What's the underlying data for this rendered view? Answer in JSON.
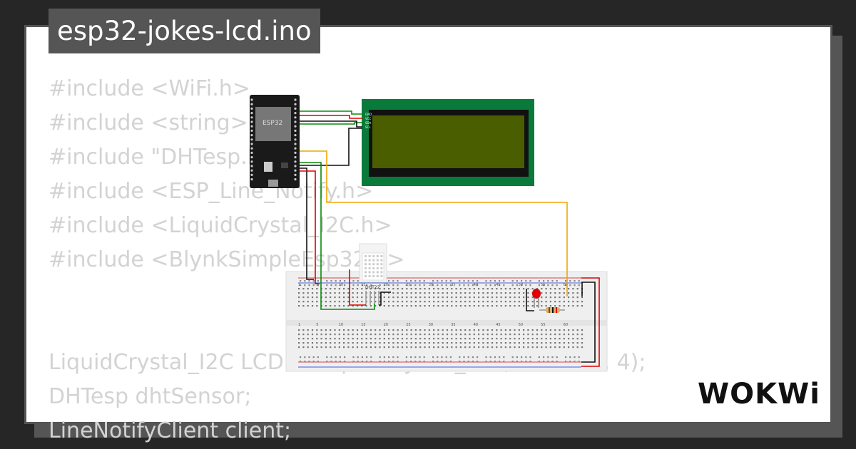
{
  "title": "esp32-jokes-lcd.ino",
  "code_lines": [
    "#include <WiFi.h>",
    "#include <string>",
    "#include \"DHTesp.h\"",
    "#include <ESP_Line_Notify.h>",
    "#include <LiquidCrystal_I2C.h>",
    "#include <BlynkSimpleEsp32.h>",
    "",
    "",
    "LiquidCrystal_I2C LCD = LiquidCrystal_I2C(0x27, 20, 4);",
    "DHTesp dhtSensor;",
    "LineNotifyClient client;"
  ],
  "diagram": {
    "esp32_label": "ESP32",
    "dht_label": "DHT22",
    "lcd_pins": [
      "GND",
      "VCC",
      "SDA",
      "SCL"
    ],
    "breadboard_numbers": [
      "1",
      "5",
      "10",
      "15",
      "20",
      "25",
      "30",
      "35",
      "40",
      "45",
      "50",
      "55",
      "60"
    ]
  },
  "logo": "WOKWi",
  "colors": {
    "background": "#262626",
    "card_border": "#555555",
    "code_text": "#d3d3d3",
    "lcd_board": "#0a7a3a",
    "lcd_screen": "#4a5e00",
    "wire_red": "#e00000",
    "wire_green": "#0a8a0a",
    "wire_yellow": "#f0a800",
    "wire_black": "#111111"
  }
}
